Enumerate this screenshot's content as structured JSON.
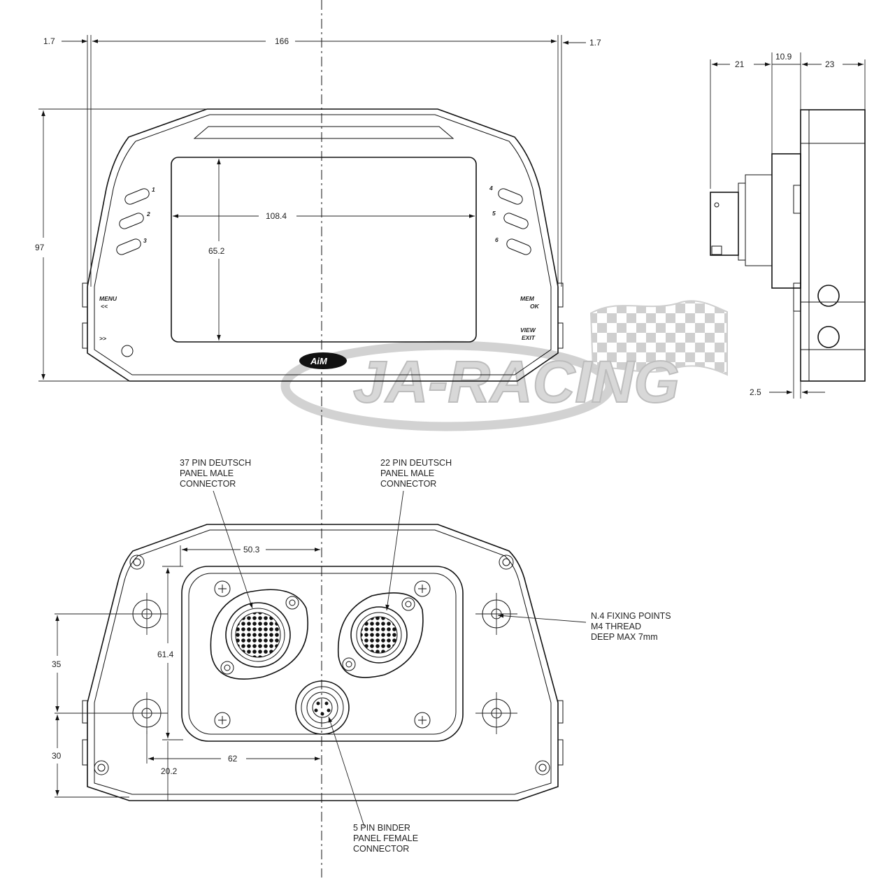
{
  "dimensions": {
    "side_margin_left": "1.7",
    "overall_width": "166",
    "side_margin_right": "1.7",
    "overall_height": "97",
    "screen_width": "108.4",
    "screen_height": "65.2",
    "depth_front": "21",
    "depth_mid": "10.9",
    "depth_rear": "23",
    "bezel_thickness": "2.5",
    "connector_offset_x": "50.3",
    "mount_height": "61.4",
    "hole_spacing_upper": "35",
    "hole_spacing_lower": "30",
    "hole_offset_x": "62",
    "hole_offset_y": "20.2"
  },
  "front_labels": {
    "btn_1": "1",
    "btn_2": "2",
    "btn_3": "3",
    "btn_4": "4",
    "btn_5": "5",
    "btn_6": "6",
    "menu": "MENU",
    "menu_sub": "<<",
    "power": ">>",
    "mem": "MEM",
    "ok": "OK",
    "view": "VIEW",
    "exit": "EXIT",
    "brand_logo": "AiM"
  },
  "watermark": "JA-RACING",
  "callouts": {
    "connector_37": [
      "37 PIN DEUTSCH",
      "PANEL MALE",
      "CONNECTOR"
    ],
    "connector_22": [
      "22 PIN DEUTSCH",
      "PANEL MALE",
      "CONNECTOR"
    ],
    "fixing_points": [
      "N.4 FIXING POINTS",
      "M4 THREAD",
      "DEEP MAX 7mm"
    ],
    "connector_5": [
      "5 PIN BINDER",
      "PANEL FEMALE",
      "CONNECTOR"
    ]
  },
  "colors": {
    "line": "#111111",
    "watermark": "#d8d8d8"
  }
}
